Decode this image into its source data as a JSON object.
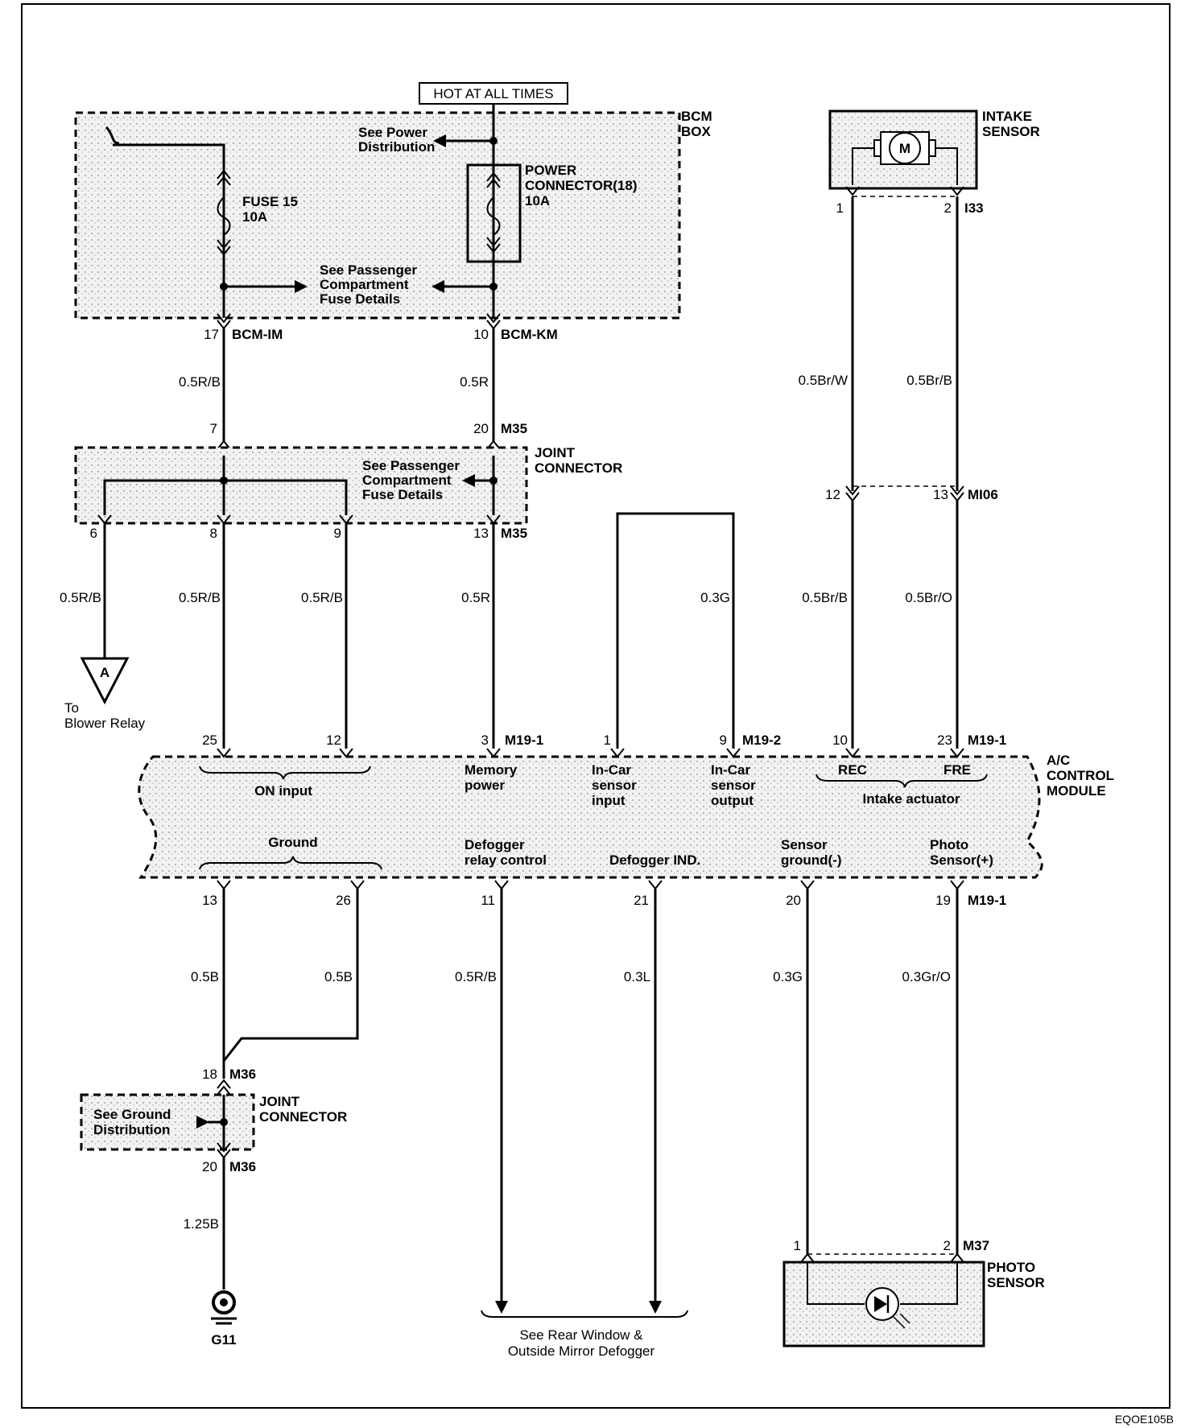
{
  "hot_label": "HOT AT ALL TIMES",
  "bcm": {
    "box_label_1": "BCM",
    "box_label_2": "BOX",
    "power_dist_1": "See Power",
    "power_dist_2": "Distribution",
    "fuse_name": "FUSE 15",
    "fuse_rating": "10A",
    "power_conn_1": "POWER",
    "power_conn_2": "CONNECTOR(18)",
    "power_conn_rating": "10A",
    "pass_1": "See Passenger",
    "pass_2": "Compartment",
    "pass_3": "Fuse Details",
    "pin_17": "17",
    "conn_im": "BCM-IM",
    "pin_10": "10",
    "conn_km": "BCM-KM"
  },
  "wires_top": {
    "w_05rb": "0.5R/B",
    "w_05r": "0.5R"
  },
  "joint1": {
    "label_1": "JOINT",
    "label_2": "CONNECTOR",
    "pin_7": "7",
    "pin_20": "20",
    "conn_m35a": "M35",
    "pass_1": "See Passenger",
    "pass_2": "Compartment",
    "pass_3": "Fuse Details",
    "pin_6": "6",
    "pin_8": "8",
    "pin_9": "9",
    "pin_13": "13",
    "conn_m35b": "M35"
  },
  "wires_mid": {
    "w_a": "0.5R/B",
    "w_b": "0.5R/B",
    "w_c": "0.5R/B",
    "w_d": "0.5R",
    "w_e": "0.3G",
    "w_f": "0.5Br/B",
    "w_g": "0.5Br/O"
  },
  "blower": {
    "tri": "A",
    "to_1": "To",
    "to_2": "Blower Relay"
  },
  "intake": {
    "label_1": "INTAKE",
    "label_2": "SENSOR",
    "motor": "M",
    "pin_1": "1",
    "pin_2": "2",
    "conn": "I33",
    "w_brw": "0.5Br/W",
    "w_brb": "0.5Br/B",
    "pin_12": "12",
    "pin_13": "13",
    "conn_mi06": "MI06"
  },
  "module": {
    "label_1": "A/C",
    "label_2": "CONTROL",
    "label_3": "MODULE",
    "pin_25": "25",
    "pin_12": "12",
    "pin_3": "3",
    "conn_m191a": "M19-1",
    "pin_1": "1",
    "pin_9": "9",
    "conn_m192": "M19-2",
    "pin_10": "10",
    "pin_23": "23",
    "conn_m191b": "M19-1",
    "on_input": "ON input",
    "memory_1": "Memory",
    "memory_2": "power",
    "incar_in_1": "In-Car",
    "incar_in_2": "sensor",
    "incar_in_3": "input",
    "incar_out_1": "In-Car",
    "incar_out_2": "sensor",
    "incar_out_3": "output",
    "rec": "REC",
    "fre": "FRE",
    "intake_act": "Intake actuator",
    "ground": "Ground",
    "defog_1": "Defogger",
    "defog_2": "relay control",
    "defog_ind": "Defogger IND.",
    "sg_1": "Sensor",
    "sg_2": "ground(-)",
    "ps_1": "Photo",
    "ps_2": "Sensor(+)",
    "pin_13": "13",
    "pin_26": "26",
    "pin_11": "11",
    "pin_21": "21",
    "pin_20": "20",
    "pin_19": "19",
    "conn_m191c": "M19-1"
  },
  "wires_bot": {
    "w_05b_a": "0.5B",
    "w_05b_b": "0.5B",
    "w_05rb": "0.5R/B",
    "w_03l": "0.3L",
    "w_03g": "0.3G",
    "w_03gro": "0.3Gr/O"
  },
  "joint2": {
    "pin_18": "18",
    "conn_a": "M36",
    "label_1": "JOINT",
    "label_2": "CONNECTOR",
    "gd_1": "See Ground",
    "gd_2": "Distribution",
    "pin_20": "20",
    "conn_b": "M36",
    "w_125b": "1.25B",
    "ground": "G11"
  },
  "defogger_ref": {
    "line_1": "See Rear Window &",
    "line_2": "Outside Mirror Defogger"
  },
  "photo": {
    "pin_1": "1",
    "pin_2": "2",
    "conn": "M37",
    "label_1": "PHOTO",
    "label_2": "SENSOR"
  },
  "footer_code": "EQOE105B"
}
